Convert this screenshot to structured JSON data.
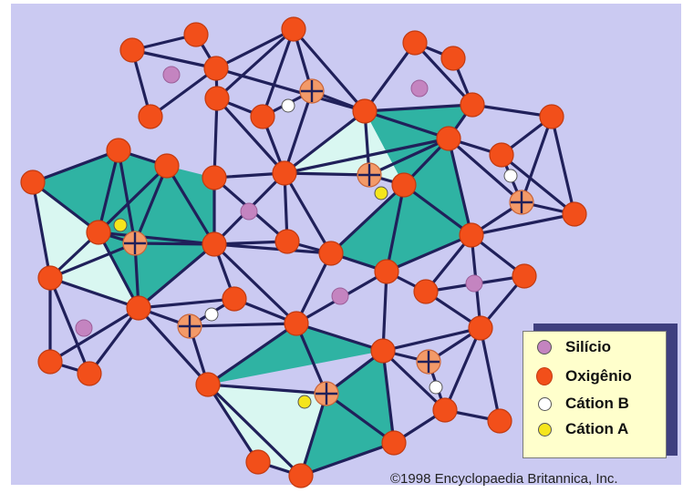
{
  "colors": {
    "background": "#cbcaf2",
    "bond": "#20205a",
    "polyhedron_dark": "#2fb3a3",
    "polyhedron_light": "#d9f7f1",
    "silicon": "#c484c0",
    "oxygen": "#f24f1a",
    "cation_b": "#ffffff",
    "cation_a": "#f5e51c",
    "bonded_cation": "#f39a68",
    "legend_bg": "#ffffcc"
  },
  "legend": {
    "items": [
      {
        "label": "Silício",
        "icon": "silicon-dot",
        "color": "#c484c0"
      },
      {
        "label": "Oxigênio",
        "icon": "oxygen-dot",
        "color": "#f24f1a"
      },
      {
        "label": "Cátion B",
        "icon": "cation-b-dot",
        "color": "#ffffff"
      },
      {
        "label": "Cátion A",
        "icon": "cation-a-dot",
        "color": "#f5e51c"
      }
    ]
  },
  "copyright": "©1998 Encyclopaedia Britannica, Inc."
}
